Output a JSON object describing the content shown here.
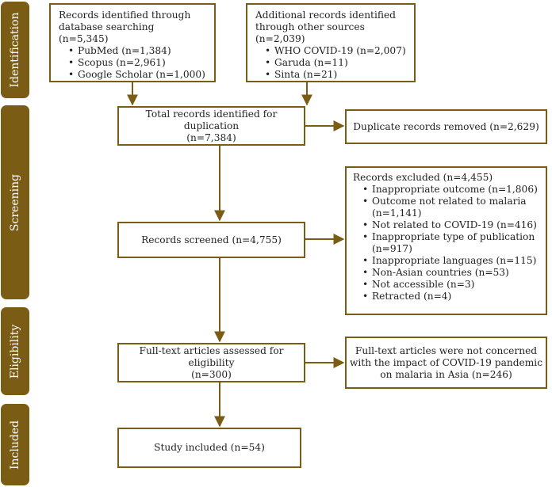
{
  "phases": {
    "identification": "Identification",
    "screening": "Screening",
    "eligibility": "Eligibility",
    "included": "Included"
  },
  "database_search": {
    "line1": "Records identified through",
    "line2": "database searching (n=5,345)",
    "items": [
      "PubMed (n=1,384)",
      "Scopus (n=2,961)",
      "Google Scholar (n=1,000)"
    ]
  },
  "other_sources": {
    "line1": "Additional records identified",
    "line2": "through other sources (n=2,039)",
    "items": [
      "WHO COVID-19 (n=2,007)",
      "Garuda (n=11)",
      "Sinta (n=21)"
    ]
  },
  "total_records": {
    "line1": "Total records identified for duplication",
    "line2": "(n=7,384)"
  },
  "duplicates_removed": "Duplicate records removed (n=2,629)",
  "records_screened": "Records screened (n=4,755)",
  "records_excluded": {
    "header": "Records excluded (n=4,455)",
    "items": [
      "Inappropriate outcome (n=1,806)",
      "Outcome not related to malaria (n=1,141)",
      "Not related to COVID-19 (n=416)",
      "Inappropriate type of publication (n=917)",
      "Inappropriate languages (n=115)",
      "Non-Asian countries (n=53)",
      "Not accessible (n=3)",
      "Retracted (n=4)"
    ]
  },
  "fulltext_assessed": {
    "line1": "Full-text articles assessed for eligibility",
    "line2": "(n=300)"
  },
  "fulltext_excluded": {
    "line1": "Full-text articles were not concerned",
    "line2": "with the impact of COVID-19 pandemic",
    "line3": "on malaria in Asia (n=246)"
  },
  "study_included": "Study included (n=54)",
  "colors": {
    "accent": "#7a5c14",
    "box_fill": "#ffffff",
    "phase_text": "#ffffff"
  }
}
